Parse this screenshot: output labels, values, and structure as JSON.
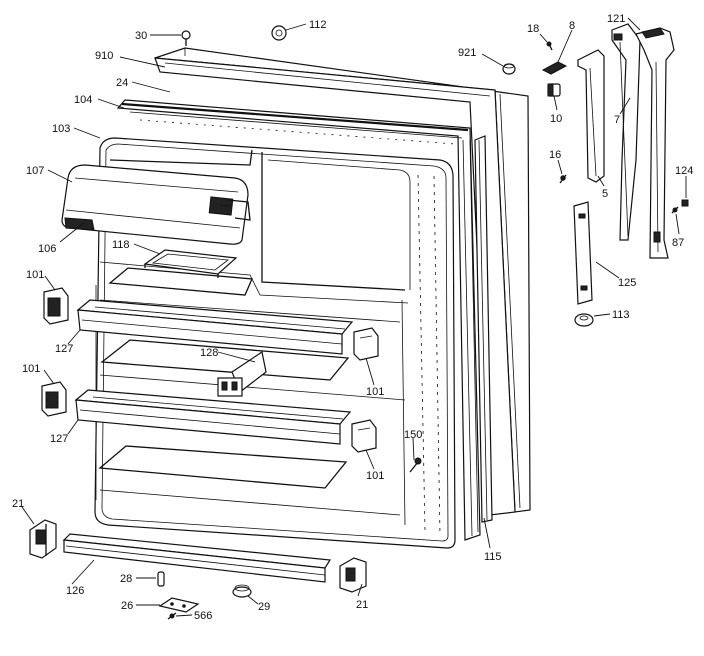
{
  "labels": {
    "p30": "30",
    "p112": "112",
    "p910": "910",
    "p24": "24",
    "p104": "104",
    "p103": "103",
    "p107": "107",
    "p106": "106",
    "p118": "118",
    "p101a": "101",
    "p127a": "127",
    "p101b": "101",
    "p127b": "127",
    "p128": "128",
    "p101c": "101",
    "p101d": "101",
    "p150": "150",
    "p21a": "21",
    "p126": "126",
    "p28": "28",
    "p26": "26",
    "p566": "566",
    "p29": "29",
    "p21b": "21",
    "p115": "115",
    "p921": "921",
    "p18": "18",
    "p8": "8",
    "p10": "10",
    "p16": "16",
    "p5": "5",
    "p121": "121",
    "p7": "7",
    "p124": "124",
    "p87": "87",
    "p125": "125",
    "p113": "113"
  }
}
